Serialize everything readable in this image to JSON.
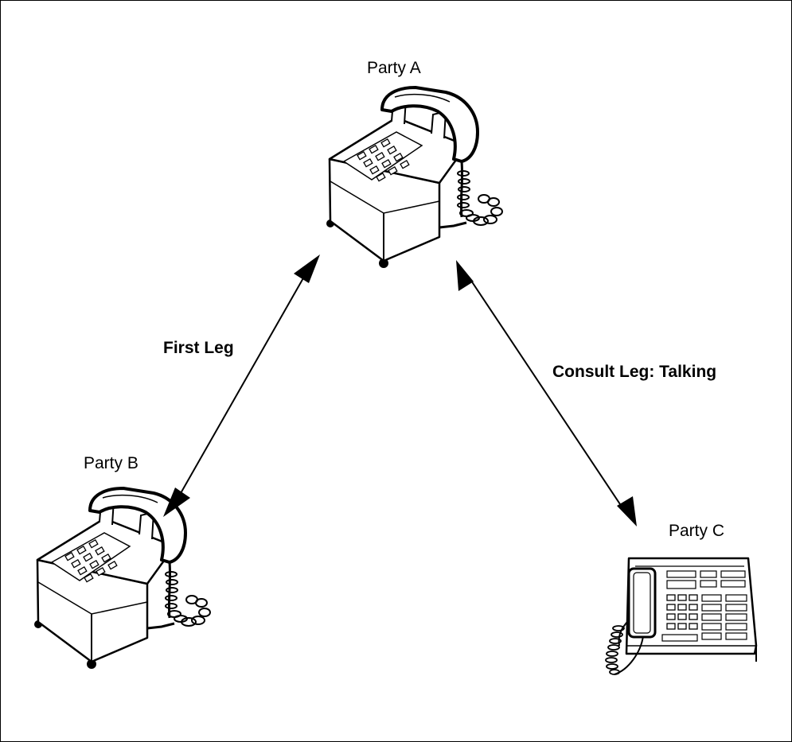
{
  "parties": {
    "a": {
      "label": "Party A",
      "device": "desk-phone"
    },
    "b": {
      "label": "Party B",
      "device": "desk-phone"
    },
    "c": {
      "label": "Party C",
      "device": "multi-line-phone"
    }
  },
  "connections": {
    "first_leg": {
      "label": "First Leg",
      "from": "Party B",
      "to": "Party A",
      "direction": "bidirectional"
    },
    "consult_leg": {
      "label": "Consult Leg: Talking",
      "from": "Party C",
      "to": "Party A",
      "direction": "bidirectional"
    }
  }
}
